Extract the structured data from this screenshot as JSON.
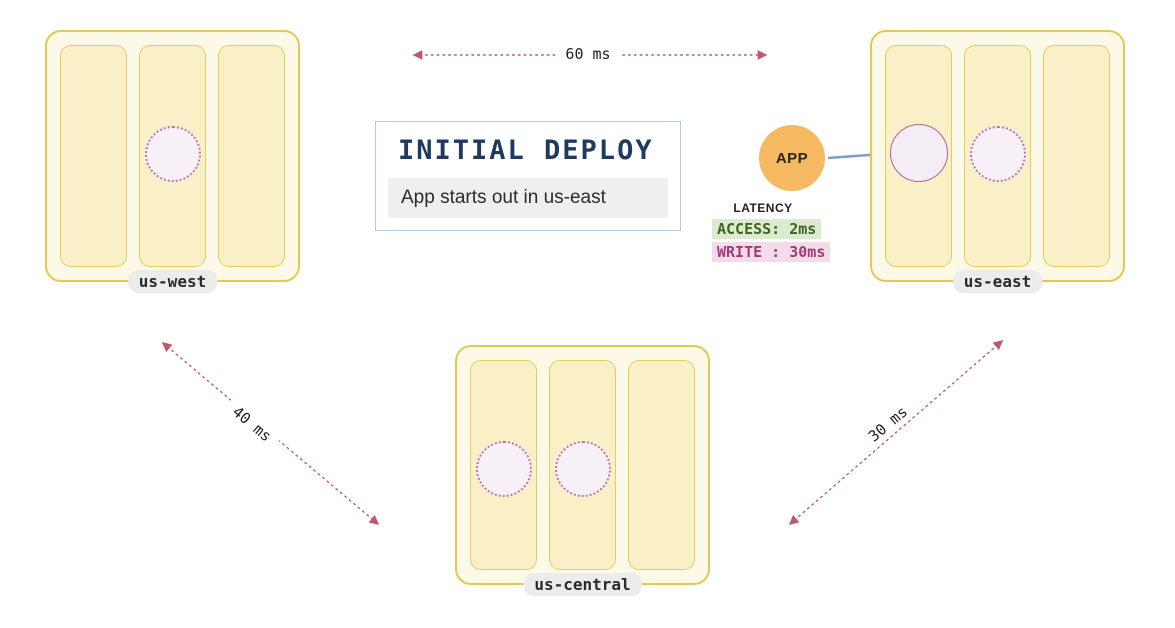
{
  "title_box": {
    "title": "INITIAL DEPLOY",
    "subtitle": "App starts out in us-east"
  },
  "regions": [
    {
      "id": "us-west",
      "label": "us-west"
    },
    {
      "id": "us-east",
      "label": "us-east"
    },
    {
      "id": "us-central",
      "label": "us-central"
    }
  ],
  "app_node": {
    "label": "APP"
  },
  "legend": {
    "title": "LATENCY",
    "items": [
      {
        "name": "access",
        "label": "ACCESS: 2ms",
        "bg": "#dcead2",
        "fg": "#3c661c"
      },
      {
        "name": "write",
        "label": "WRITE : 30ms",
        "bg": "#f3dce9",
        "fg": "#a13b77"
      }
    ]
  },
  "links": [
    {
      "from": "us-west",
      "to": "us-east",
      "label": "60 ms"
    },
    {
      "from": "us-west",
      "to": "us-central",
      "label": "40 ms"
    },
    {
      "from": "us-east",
      "to": "us-central",
      "label": "30 ms"
    }
  ],
  "colors": {
    "region_fill": "#fdf9e8",
    "region_border": "#e5c94e",
    "zone_fill": "#faf0c7",
    "replica_outline": "#b55fa0",
    "link_dotted": "#c15a68",
    "link_blue": "#7b9dc7",
    "app_fill": "#f6b860",
    "title_text": "#1e3a5f",
    "title_border": "#aecbe3",
    "pill_bg": "#ececec"
  }
}
